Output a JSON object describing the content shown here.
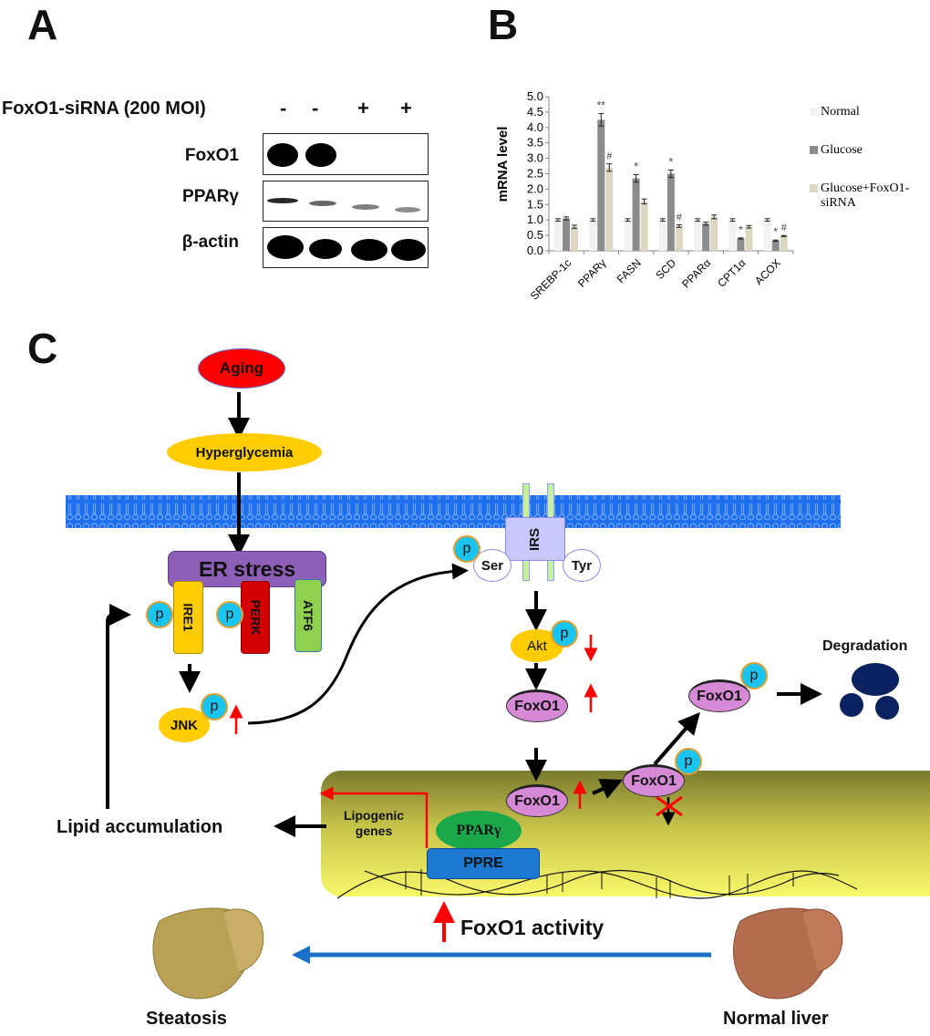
{
  "panels": {
    "a": "A",
    "b": "B",
    "c": "C"
  },
  "panel_a": {
    "treatment_label": "FoxO1-siRNA (200 MOI)",
    "lane_signs": [
      "-",
      "-",
      "+",
      "+"
    ],
    "rows": [
      {
        "label": "FoxO1",
        "band_intensity": [
          1.0,
          1.0,
          0.02,
          0.02
        ]
      },
      {
        "label": "PPARγ",
        "band_intensity": [
          0.8,
          0.55,
          0.5,
          0.45
        ]
      },
      {
        "label": "β-actin",
        "band_intensity": [
          1.0,
          0.95,
          1.0,
          1.0
        ]
      }
    ]
  },
  "chart_data": {
    "type": "bar",
    "title": "",
    "xlabel": "",
    "ylabel": "mRNA level",
    "ylim": [
      0,
      5.0
    ],
    "yticks": [
      "0.0",
      "0.5",
      "1.0",
      "1.5",
      "2.0",
      "2.5",
      "3.0",
      "3.5",
      "4.0",
      "4.5",
      "5.0"
    ],
    "categories": [
      "SREBP-1c",
      "PPARγ",
      "FASN",
      "SCD",
      "PPARα",
      "CPT1α",
      "ACOX"
    ],
    "series": [
      {
        "name": "Normal",
        "color": "#f2f2f2",
        "values": [
          1.0,
          1.0,
          1.0,
          1.0,
          1.0,
          1.0,
          1.0
        ],
        "errors": [
          0.04,
          0.04,
          0.04,
          0.04,
          0.04,
          0.04,
          0.04
        ],
        "marks": [
          "",
          "",
          "",
          "",
          "",
          "",
          ""
        ]
      },
      {
        "name": "Glucose",
        "color": "#8c8c8c",
        "values": [
          1.05,
          4.25,
          2.35,
          2.5,
          0.88,
          0.4,
          0.33
        ],
        "errors": [
          0.05,
          0.2,
          0.12,
          0.12,
          0.05,
          0.02,
          0.02
        ],
        "marks": [
          "",
          "**",
          "*",
          "*",
          "",
          "*",
          "*"
        ]
      },
      {
        "name": "Glucose+FoxO1-siRNA",
        "color": "#ddd8c4",
        "values": [
          0.78,
          2.7,
          1.6,
          0.8,
          1.1,
          0.78,
          0.48
        ],
        "errors": [
          0.05,
          0.12,
          0.08,
          0.04,
          0.06,
          0.04,
          0.02
        ],
        "marks": [
          "",
          "#",
          "",
          "#",
          "",
          "",
          "#"
        ]
      }
    ],
    "legend": {
      "placement": "right",
      "entries": [
        "Normal",
        "Glucose",
        "Glucose+FoxO1-\nsiRNA"
      ]
    },
    "grid": false
  },
  "panel_c": {
    "aging": "Aging",
    "hyperglycemia": "Hyperglycemia",
    "er_stress": "ER stress",
    "sensors": [
      "IRE1",
      "PERK",
      "ATF6"
    ],
    "p": "p",
    "jnk": "JNK",
    "irs": "IRS",
    "ser": "Ser",
    "tyr": "Tyr",
    "akt": "Akt",
    "foxo1": "FoxO1",
    "degradation": "Degradation",
    "lipogenic_genes": [
      "Lipogenic",
      "genes"
    ],
    "pparg": "PPARγ",
    "ppre": "PPRE",
    "lipid_accumulation": "Lipid accumulation",
    "foxo1_activity": "FoxO1 activity",
    "steatosis": "Steatosis",
    "normal_liver": "Normal liver",
    "colors": {
      "aging": "#ff0000",
      "yellow_node": "#ffcc00",
      "er_stress": "#8e5fb7",
      "membrane": "#1e6ff0",
      "foxo1": "#d68ad6",
      "pparg": "#1aa84a",
      "ppre": "#1c78d0",
      "degradation": "#0a2360",
      "blue_arrow": "#1a72c8",
      "red_arrow": "#ff0000"
    }
  }
}
